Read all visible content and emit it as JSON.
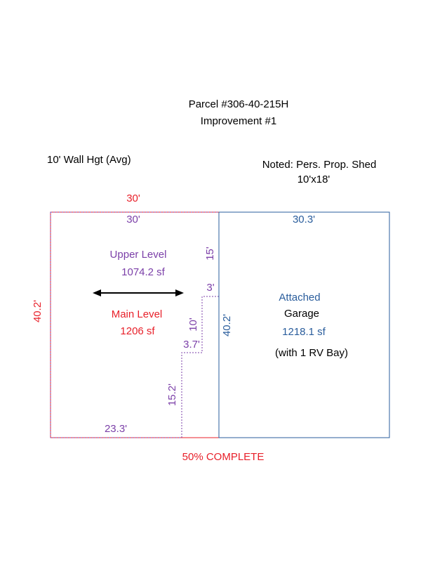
{
  "header": {
    "parcel": "Parcel #306-40-215H",
    "improvement": "Improvement #1"
  },
  "notes": {
    "wall_height": "10' Wall Hgt (Avg)",
    "shed_line1": "Noted: Pers. Prop. Shed",
    "shed_line2": "10'x18'"
  },
  "dimensions": {
    "main_top": "30'",
    "upper_top": "30'",
    "garage_top": "30.3'",
    "main_left": "40.2'",
    "upper_15": "15'",
    "upper_3": "3'",
    "upper_10": "10'",
    "upper_3_7": "3.7'",
    "upper_15_2": "15.2'",
    "upper_23_3": "23.3'",
    "garage_left": "40.2'"
  },
  "areas": {
    "upper_label": "Upper Level",
    "upper_sf": "1074.2 sf",
    "main_label": "Main Level",
    "main_sf": "1206 sf",
    "garage_label1": "Attached",
    "garage_label2": "Garage",
    "garage_sf": "1218.1 sf",
    "garage_note": "(with 1 RV Bay)"
  },
  "status": "50% COMPLETE",
  "colors": {
    "main": "#e8202a",
    "upper": "#7b3fa8",
    "garage": "#2a5d9c",
    "text": "#000000"
  }
}
